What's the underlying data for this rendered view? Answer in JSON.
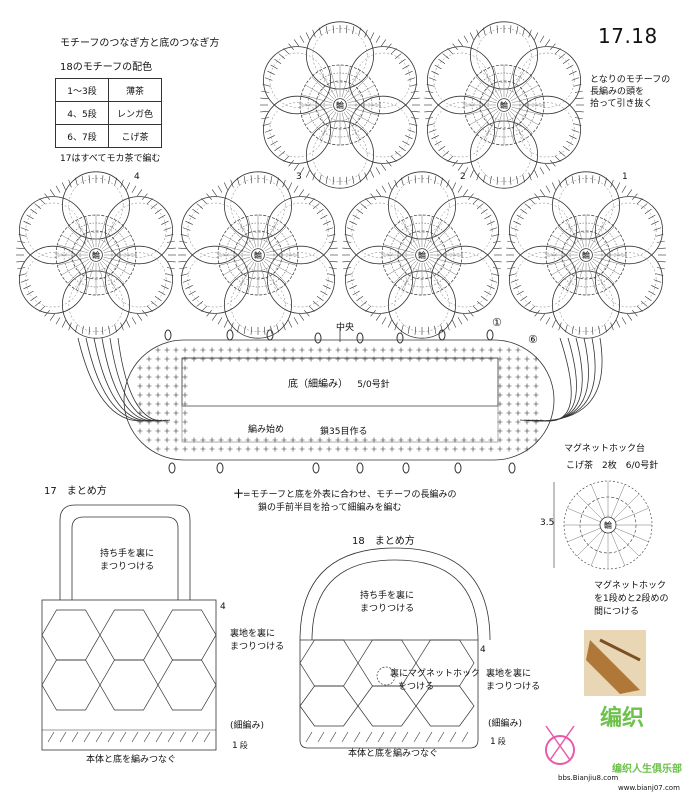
{
  "header": {
    "title": "モチーフのつなぎ方と底のつなぎ方",
    "page_number": "17.18"
  },
  "color_table": {
    "title": "18のモチーフの配色",
    "rows": [
      {
        "rows_label": "1〜3段",
        "color": "薄茶"
      },
      {
        "rows_label": "4、5段",
        "color": "レンガ色"
      },
      {
        "rows_label": "6、7段",
        "color": "こげ茶"
      }
    ],
    "note": "17はすべてモカ茶で編む"
  },
  "motif": {
    "center_label": "輪",
    "numbers": [
      "4",
      "3",
      "2",
      "1"
    ],
    "join_note": [
      "となりのモチーフの",
      "長編みの頭を",
      "拾って引き抜く"
    ]
  },
  "base": {
    "label": "底（細編み）",
    "hook": "5/0号針",
    "center_label": "中央",
    "circle_1": "①",
    "circle_6": "⑥",
    "start_label": "編み始め",
    "chain_label": "鎖35目作る",
    "legend_symbol": "十",
    "legend_line1": "=モチーフと底を外表に合わせ、モチーフの長編みの",
    "legend_line2": "鎖の手前半目を拾って細編みを編む"
  },
  "magnet": {
    "title": "マグネットホック台",
    "spec": "こげ茶　2枚　6/0号針",
    "size": "3.5",
    "center": "輪",
    "note": [
      "マグネットホック",
      "を1段めと2段めの",
      "間につける"
    ]
  },
  "bag17": {
    "title": "17　まとめ方",
    "handle_note": [
      "持ち手を裏に",
      "まつりつける"
    ],
    "row4": "4",
    "lining_note": [
      "裏地を裏に",
      "まつりつける"
    ],
    "crochet_label": "(細編み)",
    "row_1": "1",
    "row_unit": "段",
    "join_note": "本体と底を編みつなぐ"
  },
  "bag18": {
    "title": "18　まとめ方",
    "handle_note": [
      "持ち手を裏に",
      "まつりつける"
    ],
    "row4": "4",
    "lining_note": [
      "裏地を裏に",
      "まつりつける"
    ],
    "magnet_note": [
      "裏にマグネットホック",
      "をつける"
    ],
    "crochet_label": "(細編み)",
    "row_1": "1",
    "row_unit": "段",
    "join_note": "本体と底を編みつなぐ"
  },
  "watermark": {
    "chars": "编织",
    "site": "bbs.Bianjiu8.com",
    "club": "编织人生俱乐部",
    "url": "www.bianj07.com"
  },
  "colors": {
    "line": "#333333",
    "light_line": "#777777",
    "photo_brown": "#b07838",
    "watermark_green": "#6cc24a",
    "watermark_pink": "#e85aa8"
  }
}
